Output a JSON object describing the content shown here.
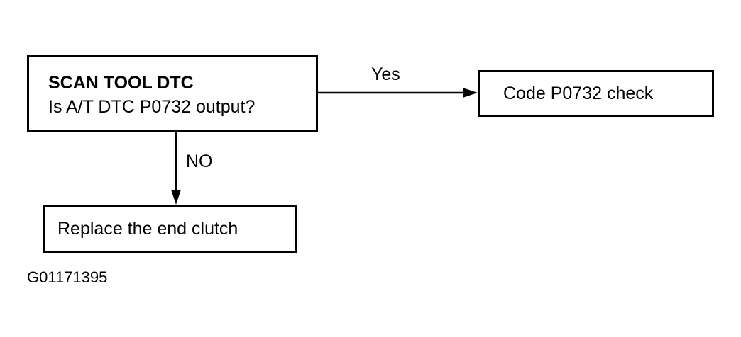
{
  "flowchart": {
    "decision_box": {
      "title": "SCAN TOOL DTC",
      "question": "Is A/T DTC P0732 output?"
    },
    "yes_label": "Yes",
    "yes_box": "Code P0732 check",
    "no_label": "NO",
    "no_box": "Replace the end clutch"
  },
  "figure_id": "G01171395"
}
